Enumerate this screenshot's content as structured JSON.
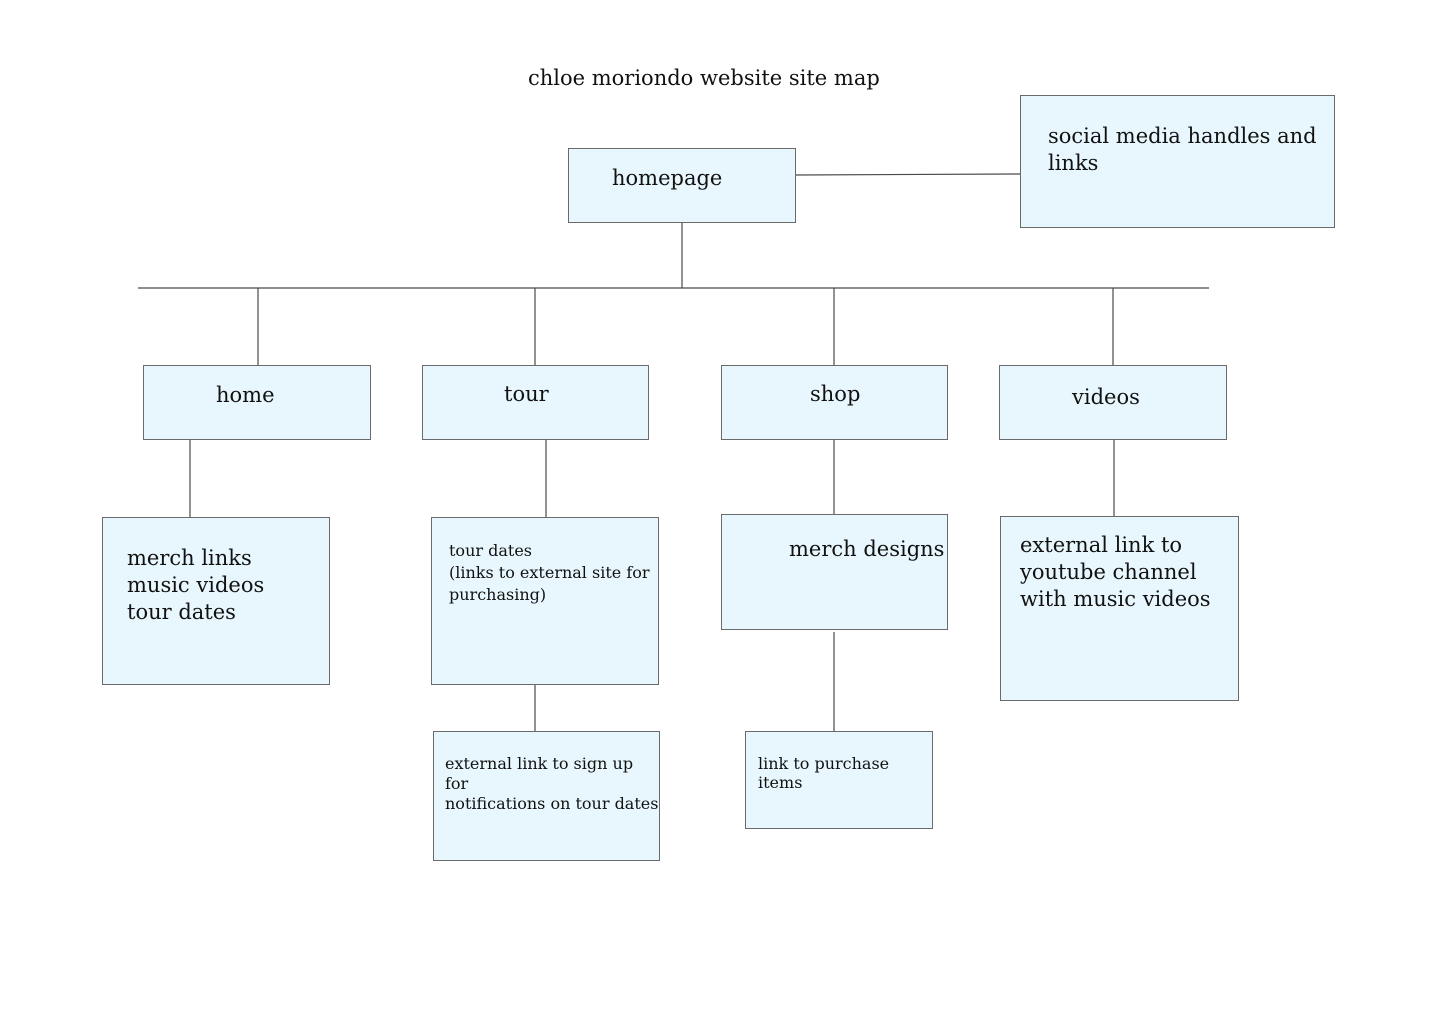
{
  "title": "chloe moriondo website site map",
  "nodes": {
    "homepage": "homepage",
    "social": "social media handles and\nlinks",
    "home": "home",
    "tour": "tour",
    "shop": "shop",
    "videos": "videos",
    "home_detail": "merch links\nmusic videos\ntour dates",
    "tour_detail": "tour dates\n(links to external site for\npurchasing)",
    "tour_signup": "external link to sign up for\nnotifications on tour dates",
    "shop_detail": "merch designs",
    "shop_purchase": "link to purchase items",
    "videos_detail": "external link to\nyoutube channel\nwith music videos"
  },
  "colors": {
    "box_fill": "#e8f7fd",
    "box_border": "#6a6a6a",
    "connector": "#4a4a4a"
  }
}
